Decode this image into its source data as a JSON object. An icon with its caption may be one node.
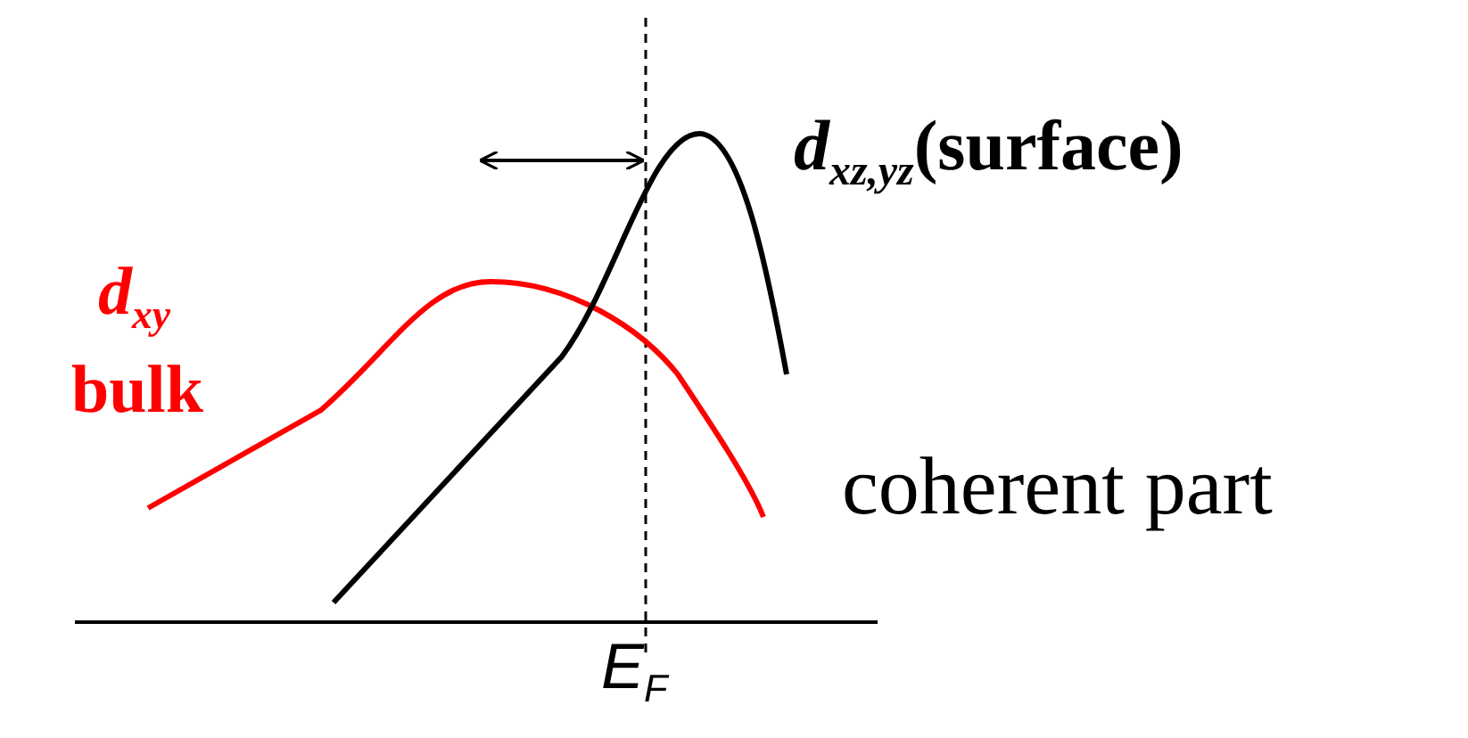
{
  "diagram": {
    "labels": [
      "*d*$_{xz,yz}$(surface)",
      "d$_{xy}$",
      "bulk",
      "coherent part",
      "E$_{F}$"
    ]
  }
}
